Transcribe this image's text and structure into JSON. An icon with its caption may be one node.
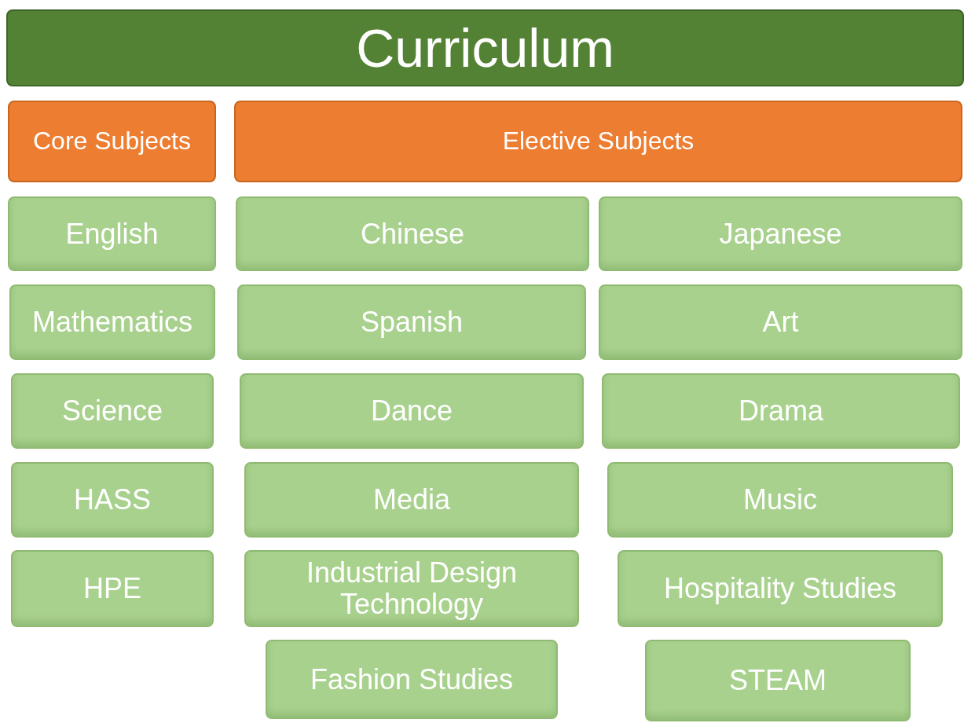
{
  "diagram": {
    "nodes": [
      {
        "text": [
          "Curriculum"
        ]
      },
      {
        "text": [
          "Core Subjects"
        ]
      },
      {
        "text": [
          "Elective Subjects"
        ]
      },
      {
        "text": [
          "English"
        ]
      },
      {
        "text": [
          "Chinese"
        ]
      },
      {
        "text": [
          "Japanese"
        ]
      },
      {
        "text": [
          "Mathematics"
        ]
      },
      {
        "text": [
          "Spanish"
        ]
      },
      {
        "text": [
          "Art"
        ]
      },
      {
        "text": [
          "Science"
        ]
      },
      {
        "text": [
          "Dance"
        ]
      },
      {
        "text": [
          "Drama"
        ]
      },
      {
        "text": [
          "HASS"
        ]
      },
      {
        "text": [
          "Media"
        ]
      },
      {
        "text": [
          "Music"
        ]
      },
      {
        "text": [
          "HPE"
        ]
      },
      {
        "text": [
          "Industrial Design Technology"
        ]
      },
      {
        "text": [
          "Hospitality Studies"
        ]
      },
      {
        "text": [
          "Fashion Studies"
        ]
      },
      {
        "text": [
          "STEAM"
        ]
      }
    ]
  }
}
